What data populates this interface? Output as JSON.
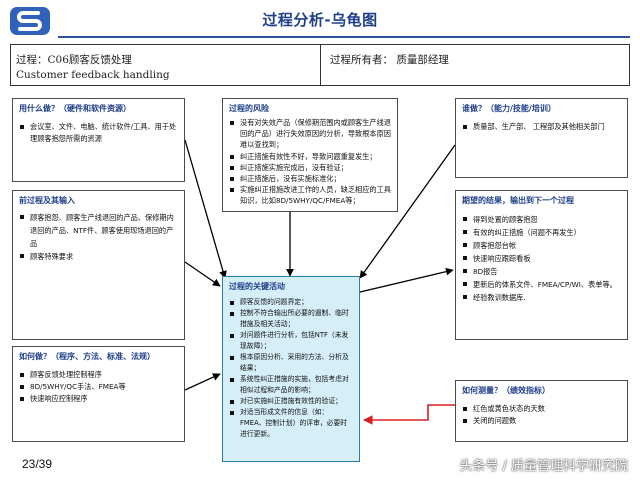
{
  "header": {
    "title": "过程分析-乌龟图"
  },
  "process": {
    "name_line1": "过程：C06顾客反馈处理",
    "name_line2": "Customer feedback handling",
    "owner": "过程所有者：  质量部经理"
  },
  "boxes": {
    "what": {
      "title": "用什么做？（硬件和软件资源）",
      "items": [
        "会议室、文件、电脑、统计软件/工具、用于处理顾客抱怨所需的资源"
      ]
    },
    "risk": {
      "title": "过程的风险",
      "items": [
        "没有对失效产品（保修期范围内或顾客生产线退回的产品）进行失效原因的分析，导致根本原因难以查找到；",
        "纠正措施有效性不好，导致问题重复发生；",
        "纠正措施实施完成后，没有验证；",
        "纠正措施后，没有实施标准化；",
        "实施纠正措施改进工作的人员，缺乏相应的工具知识，比如8D/5WHY/QC/FMEA等；"
      ]
    },
    "who": {
      "title": "谁做？（能力/技能/培训）",
      "items": [
        "质量部、生产部、 工程部及其他相关部门"
      ]
    },
    "input": {
      "title": "前过程及其输入",
      "items": [
        "顾客抱怨、顾客生产线退回的产品、保修期内退回的产品、NTF件、顾客使用现场退回的产品",
        "顾客特殊要求"
      ]
    },
    "output": {
      "title": "期望的结果，输出到下一个过程",
      "items": [
        "得到处置的顾客抱怨",
        "有效的纠正措施（问题不再发生）",
        "顾客抱怨台帐",
        "快速响应跟踪看板",
        "8D报告",
        "更新后的体系文件、FMEA/CP/WI、表单等。",
        "经验教训数据库."
      ]
    },
    "key": {
      "title": "过程的关键活动",
      "items": [
        "顾客反馈的问题界定；",
        "控制不符合输出所必要的遏制、临时措施及相关活动；",
        "对问题件进行分析，包括NTF（未发现故障）；",
        "根本原因分析、采用的方法、分析及结果；",
        "系统性纠正措施的实施，包括考虑对相似过程和产品的影响；",
        "对已实施纠正措施有效性的验证；",
        "对适当形成文件的信息（如：FMEA、控制计划）的评审，必要时进行更新。"
      ]
    },
    "how": {
      "title": "如何做？（程序、方法、标准、法规）",
      "items": [
        "顾客反馈处理控制程序",
        "8D/5WHY/QC手法、FMEA等",
        "快速响应控制程序"
      ]
    },
    "measure": {
      "title": "如何测量？（绩效指标）",
      "items": [
        "红色或黄色状态的天数",
        "关闭的问题数"
      ]
    }
  },
  "footer": {
    "page": "23/39",
    "watermark": "头条号 / 质量管理科学研究院"
  },
  "colors": {
    "title": "#1f3f8c",
    "highlight": "#d5eef7",
    "accent_arrow": "#d92020"
  }
}
